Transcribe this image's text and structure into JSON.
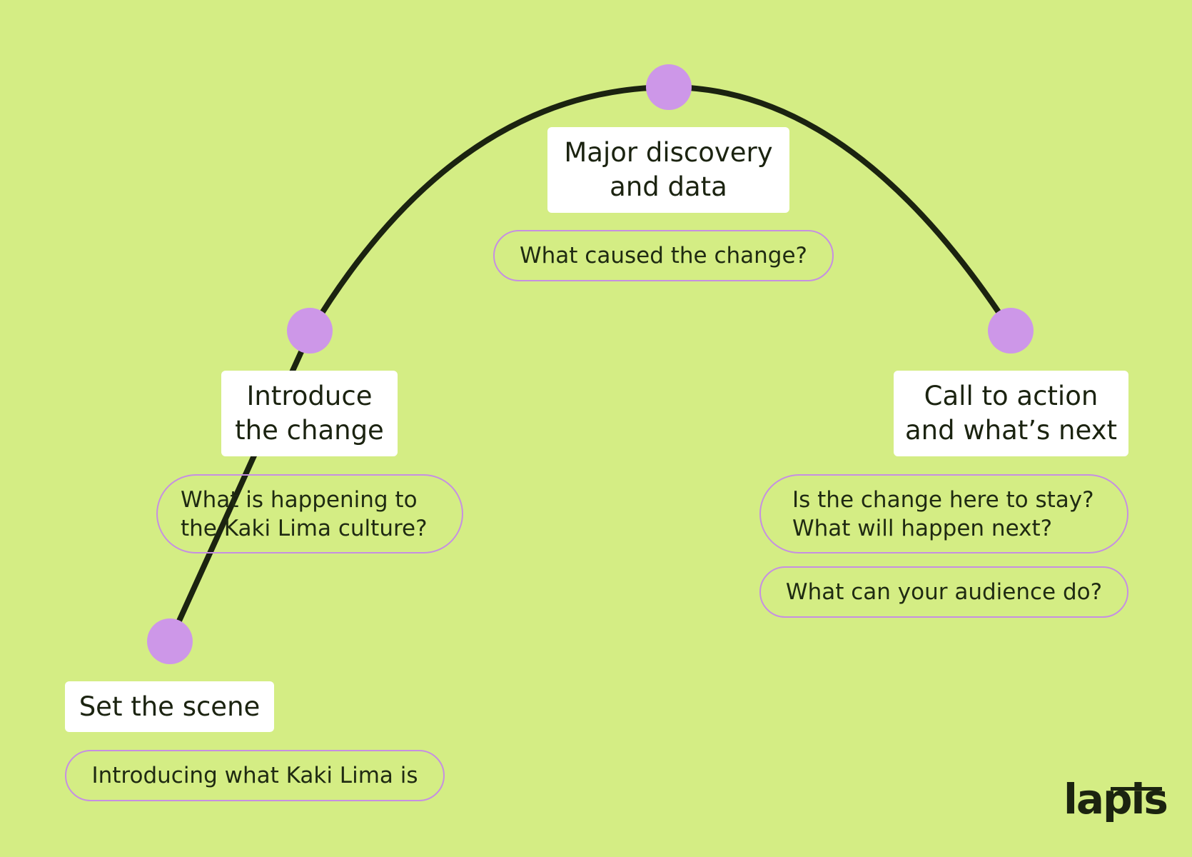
{
  "stages": [
    {
      "title_lines": [
        "Set the scene"
      ],
      "questions": [
        [
          "Introducing what Kaki Lima is"
        ]
      ]
    },
    {
      "title_lines": [
        "Introduce",
        "the change"
      ],
      "questions": [
        [
          "What is happening to",
          "the Kaki Lima culture?"
        ]
      ]
    },
    {
      "title_lines": [
        "Major discovery",
        "and data"
      ],
      "questions": [
        [
          "What caused the change?"
        ]
      ]
    },
    {
      "title_lines": [
        "Call to action",
        "and what’s next"
      ],
      "questions": [
        [
          "Is the change here to stay?",
          "What will happen next?"
        ],
        [
          "What can your audience do?"
        ]
      ]
    }
  ],
  "logo": "lapis",
  "colors": {
    "background": "#d4ed84",
    "dot": "#cd97e8",
    "curve": "#1b2310",
    "pill_border": "#c68fe2"
  }
}
